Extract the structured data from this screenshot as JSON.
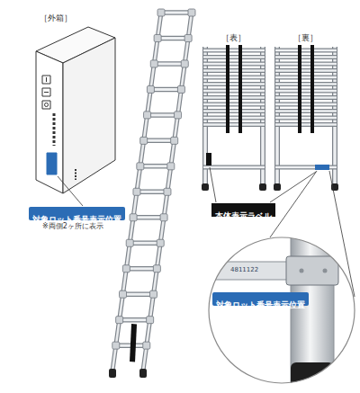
{
  "diagram": {
    "nodes": [
      {
        "text": [
          "対象ロット番号表示位置"
        ]
      },
      {
        "text": [
          "本体表示ラベル"
        ]
      },
      {
        "text": [
          "4811122"
        ]
      },
      {
        "text": [
          "対象ロット番号表示位置"
        ],
        "in": 2
      }
    ],
    "labels": [
      "［外箱］",
      "※両側2ヶ所に表示",
      "［表］",
      "［裏］"
    ]
  }
}
